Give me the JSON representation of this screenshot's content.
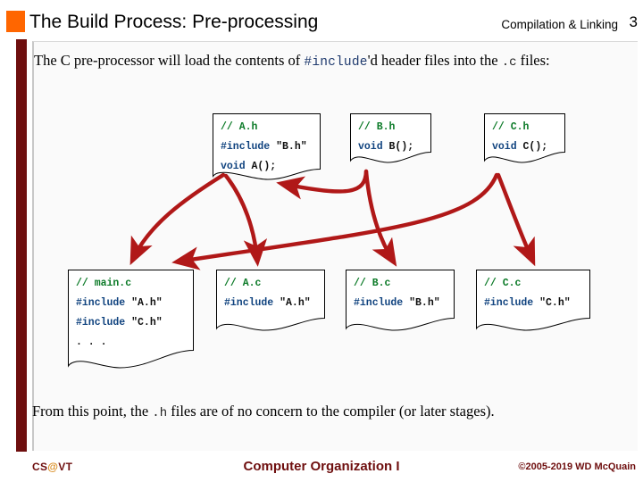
{
  "slide": {
    "title": "The Build Process: Pre-processing",
    "header_right": "Compilation & Linking",
    "number": "3",
    "accent_orange": "#FF6600",
    "accent_maroon": "#6E0E0E",
    "arrow_color": "#B01818",
    "comment_color": "#0B7A27",
    "keyword_color": "#10437F"
  },
  "intro": {
    "part1": "The C pre-processor will load the contents of ",
    "code1": "#include",
    "part2": "'d header files into the ",
    "code2": ".c",
    "part3": " files:"
  },
  "outro": {
    "part1": "From this point, the ",
    "code1": ".h",
    "part2": " files are of no concern to the compiler (or later stages)."
  },
  "headers": [
    {
      "name": "A.h",
      "lines": [
        {
          "comment": "// A.h"
        },
        {
          "pp": "#include",
          "str": " \"B.h\""
        },
        {
          "kw": "void",
          "pln": " A();"
        }
      ]
    },
    {
      "name": "B.h",
      "lines": [
        {
          "comment": "// B.h"
        },
        {
          "kw": "void",
          "pln": " B();"
        }
      ]
    },
    {
      "name": "C.h",
      "lines": [
        {
          "comment": "// C.h"
        },
        {
          "kw": "void",
          "pln": " C();"
        }
      ]
    }
  ],
  "sources": [
    {
      "name": "main.c",
      "lines": [
        {
          "comment": "// main.c"
        },
        {
          "pp": "#include",
          "str": " \"A.h\""
        },
        {
          "pp": "#include",
          "str": " \"C.h\""
        },
        {
          "pln": ". . ."
        }
      ]
    },
    {
      "name": "A.c",
      "lines": [
        {
          "comment": "// A.c"
        },
        {
          "pp": "#include",
          "str": " \"A.h\""
        }
      ]
    },
    {
      "name": "B.c",
      "lines": [
        {
          "comment": "// B.c"
        },
        {
          "pp": "#include",
          "str": " \"B.h\""
        }
      ]
    },
    {
      "name": "C.c",
      "lines": [
        {
          "comment": "// C.c"
        },
        {
          "pp": "#include",
          "str": " \"C.h\""
        }
      ]
    }
  ],
  "arrows": [
    {
      "from": "A.h",
      "to": "main.c"
    },
    {
      "from": "A.h",
      "to": "A.c"
    },
    {
      "from": "B.h",
      "to": "A.h"
    },
    {
      "from": "B.h",
      "to": "B.c"
    },
    {
      "from": "C.h",
      "to": "main.c"
    },
    {
      "from": "C.h",
      "to": "C.c"
    }
  ],
  "footer": {
    "left_cs": "CS",
    "left_at": "@",
    "left_vt": "VT",
    "center": "Computer Organization I",
    "right": "©2005-2019 WD McQuain"
  }
}
